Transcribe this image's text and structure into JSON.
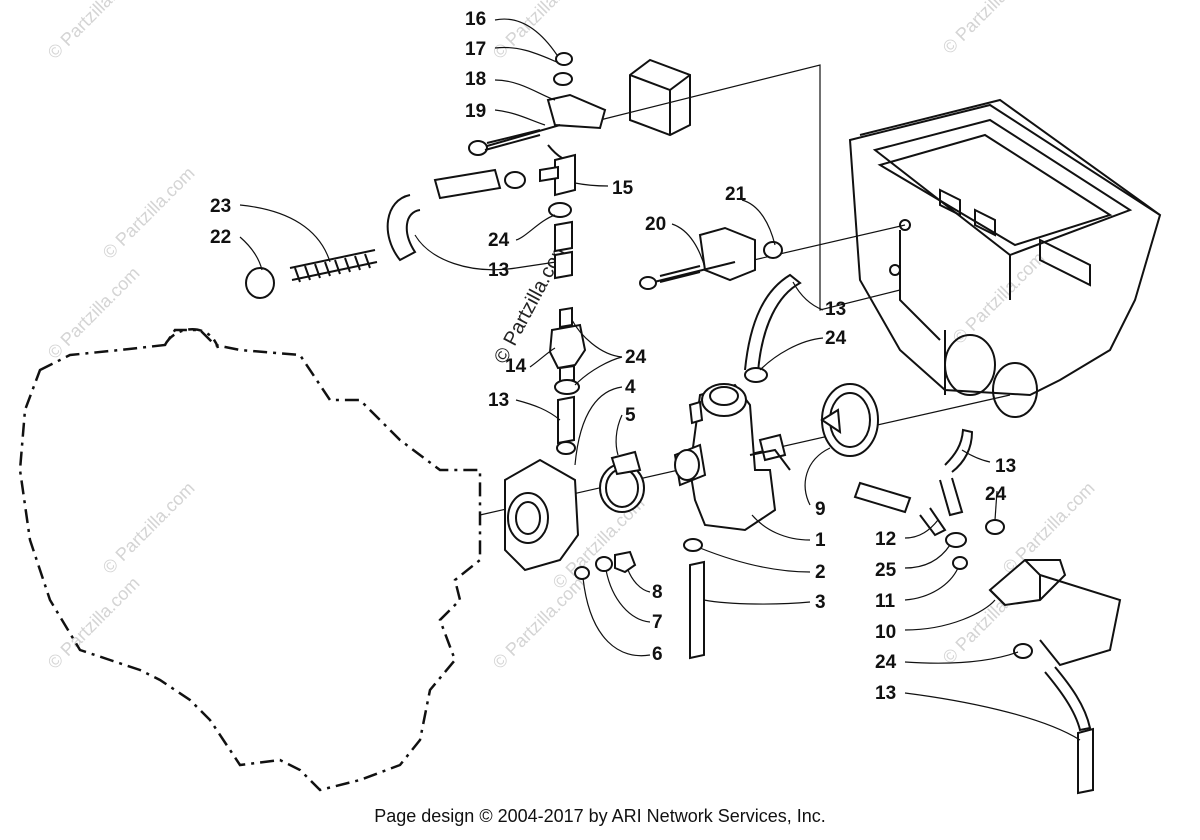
{
  "watermark": "© Partzilla.com",
  "footer": "Page design © 2004-2017 by ARI Network Services, Inc.",
  "callouts": {
    "c1": "1",
    "c2": "2",
    "c3": "3",
    "c4": "4",
    "c5": "5",
    "c6": "6",
    "c7": "7",
    "c8": "8",
    "c9": "9",
    "c10": "10",
    "c11": "11",
    "c12": "12",
    "c13a": "13",
    "c13b": "13",
    "c13c": "13",
    "c13d": "13",
    "c13e": "13",
    "c14": "14",
    "c15": "15",
    "c16": "16",
    "c17": "17",
    "c18": "18",
    "c19": "19",
    "c20": "20",
    "c21": "21",
    "c22": "22",
    "c23": "23",
    "c24a": "24",
    "c24b": "24",
    "c24c": "24",
    "c24d": "24",
    "c24e": "24",
    "c25": "25"
  }
}
